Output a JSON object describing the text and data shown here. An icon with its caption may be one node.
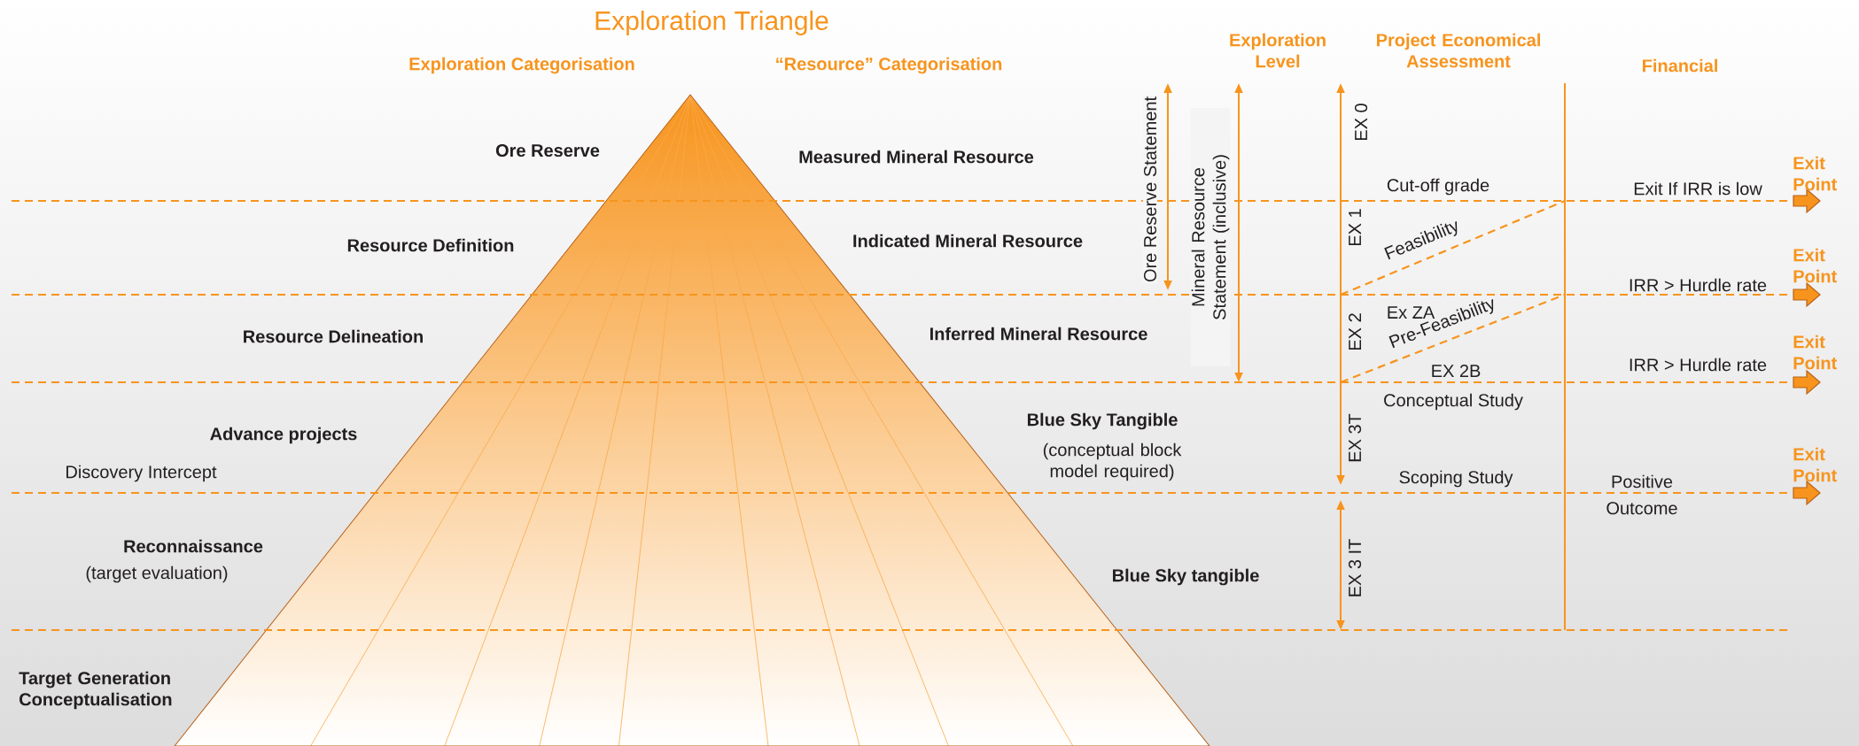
{
  "diagram": {
    "title": "Exploration Triangle",
    "labels": [
      "Exploration Categorisation",
      "“Resource” Categorisation",
      "Exploration Level",
      "Project Economical Assessment",
      "Financial",
      "Ore Reserve",
      "Measured Mineral Resource",
      "Ore Reserve Statement",
      "Mineral Resource Statement (inclusive)",
      "EX 0",
      "Cut-off grade",
      "Exit If IRR is low",
      "Exit Point",
      "Resource Definition",
      "Indicated Mineral Resource",
      "EX 1",
      "Feasibility",
      "IRR > Hurdle rate",
      "Exit Point",
      "Resource Delineation",
      "Inferred Mineral Resource",
      "EX 2",
      "Ex ZA",
      "Pre-Feasibility",
      "EX 2B",
      "IRR > Hurdle rate",
      "Exit Point",
      "Advance projects",
      "Blue Sky Tangible",
      "(conceptual block model required)",
      "Conceptual Study",
      "EX 3T",
      "Discovery Intercept",
      "Scoping Study",
      "Positive Outcome",
      "Exit Point",
      "Reconnaissance",
      "(target evaluation)",
      "Blue Sky tangible",
      "EX 3 IT",
      "Target Generation Conceptualisation"
    ]
  }
}
